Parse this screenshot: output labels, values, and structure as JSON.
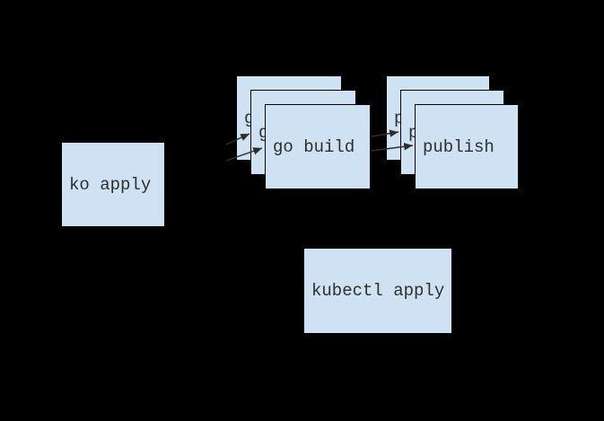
{
  "diagram": {
    "canvas_bg": "#000000",
    "box_fill": "#cfe2f3",
    "box_border": "#000000",
    "text_color": "#2e2e2e",
    "arrow_color": "#2e2e2e",
    "nodes": {
      "ko_apply": {
        "label": "ko apply"
      },
      "go_build": {
        "label": "go build",
        "stack_count": 3
      },
      "publish": {
        "label": "publish",
        "stack_count": 3
      },
      "kubectl_apply": {
        "label": "kubectl apply"
      }
    },
    "arrows": [
      {
        "name": "fan-in-to-go-build-middle"
      },
      {
        "name": "fan-in-to-go-build-front"
      },
      {
        "name": "fan-in-to-publish-middle"
      },
      {
        "name": "fan-in-to-publish-front"
      }
    ]
  }
}
